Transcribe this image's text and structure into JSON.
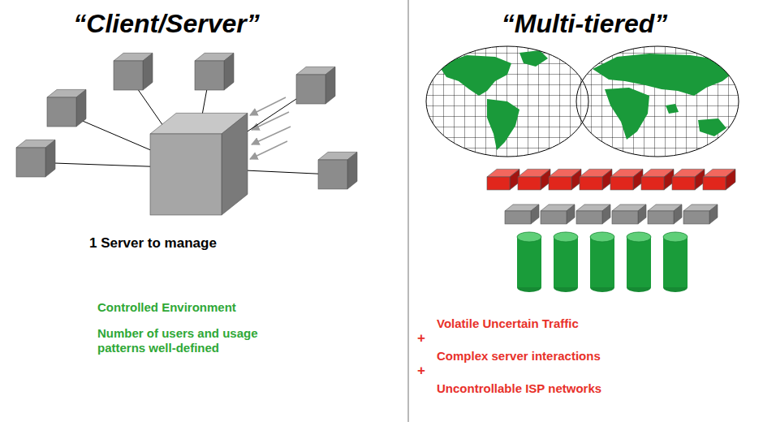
{
  "diagram": {
    "labels": [
      "“Client/Server”",
      "1 Server to manage",
      "Controlled Environment",
      "Number of users and usage patterns well-defined",
      "“Multi-tiered”",
      "+",
      "+",
      "Volatile Uncertain Traffic",
      "Complex server interactions",
      "Uncontrollable ISP networks"
    ]
  }
}
